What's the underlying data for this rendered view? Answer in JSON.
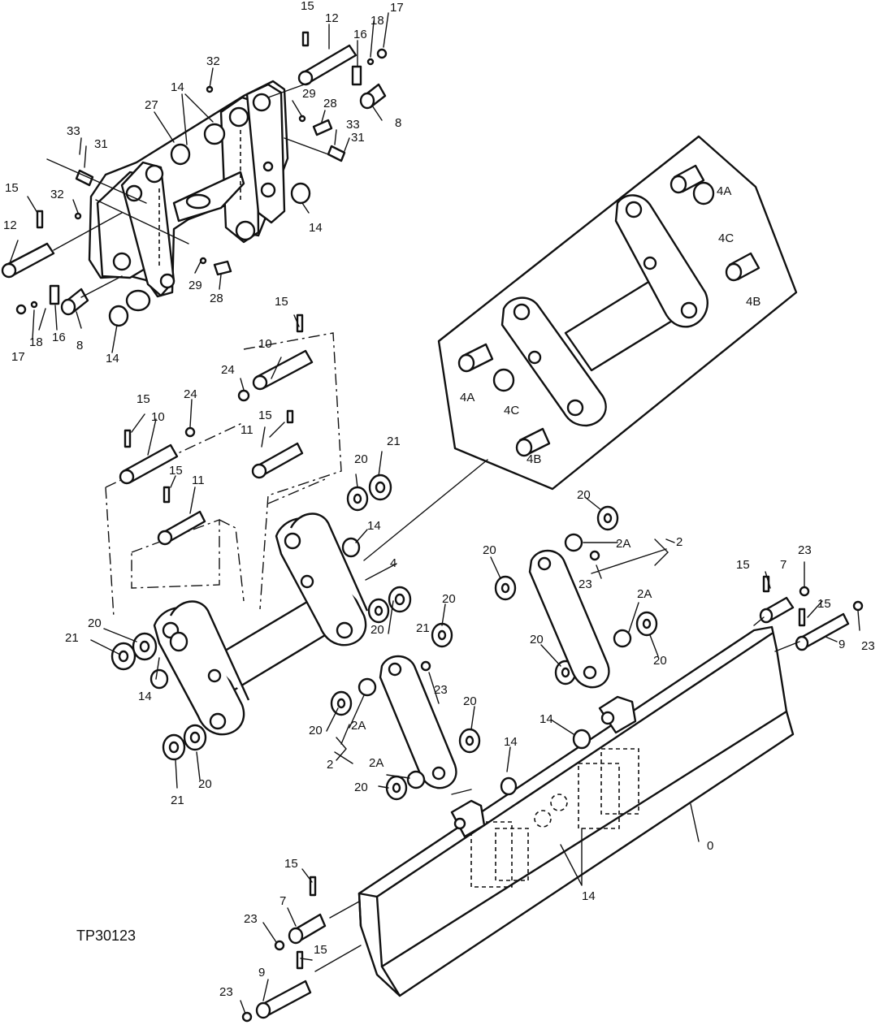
{
  "drawing": {
    "code": "TP30123",
    "callouts": [
      {
        "id": "c-15-a",
        "text": "15"
      },
      {
        "id": "c-12-a",
        "text": "12"
      },
      {
        "id": "c-16-a",
        "text": "16"
      },
      {
        "id": "c-18-a",
        "text": "18"
      },
      {
        "id": "c-17-a",
        "text": "17"
      },
      {
        "id": "c-32-a",
        "text": "32"
      },
      {
        "id": "c-14-a",
        "text": "14"
      },
      {
        "id": "c-27",
        "text": "27"
      },
      {
        "id": "c-29-a",
        "text": "29"
      },
      {
        "id": "c-28-a",
        "text": "28"
      },
      {
        "id": "c-33-a",
        "text": "33"
      },
      {
        "id": "c-31-a",
        "text": "31"
      },
      {
        "id": "c-8-a",
        "text": "8"
      },
      {
        "id": "c-33-b",
        "text": "33"
      },
      {
        "id": "c-31-b",
        "text": "31"
      },
      {
        "id": "c-32-b",
        "text": "32"
      },
      {
        "id": "c-15-b",
        "text": "15"
      },
      {
        "id": "c-12-b",
        "text": "12"
      },
      {
        "id": "c-14-b",
        "text": "14"
      },
      {
        "id": "c-29-b",
        "text": "29"
      },
      {
        "id": "c-28-b",
        "text": "28"
      },
      {
        "id": "c-17-b",
        "text": "17"
      },
      {
        "id": "c-18-b",
        "text": "18"
      },
      {
        "id": "c-16-b",
        "text": "16"
      },
      {
        "id": "c-8-b",
        "text": "8"
      },
      {
        "id": "c-14-c",
        "text": "14"
      },
      {
        "id": "c-4A-a",
        "text": "4A"
      },
      {
        "id": "c-4C-a",
        "text": "4C"
      },
      {
        "id": "c-4B-a",
        "text": "4B"
      },
      {
        "id": "c-4A-b",
        "text": "4A"
      },
      {
        "id": "c-4C-b",
        "text": "4C"
      },
      {
        "id": "c-4B-b",
        "text": "4B"
      },
      {
        "id": "c-15-c",
        "text": "15"
      },
      {
        "id": "c-10-a",
        "text": "10"
      },
      {
        "id": "c-24-a",
        "text": "24"
      },
      {
        "id": "c-15-d",
        "text": "15"
      },
      {
        "id": "c-10-b",
        "text": "10"
      },
      {
        "id": "c-24-b",
        "text": "24"
      },
      {
        "id": "c-15-e",
        "text": "15"
      },
      {
        "id": "c-11-a",
        "text": "11"
      },
      {
        "id": "c-15-f",
        "text": "15"
      },
      {
        "id": "c-11-b",
        "text": "11"
      },
      {
        "id": "c-20-a",
        "text": "20"
      },
      {
        "id": "c-21-a",
        "text": "21"
      },
      {
        "id": "c-14-d",
        "text": "14"
      },
      {
        "id": "c-4",
        "text": "4"
      },
      {
        "id": "c-20-b",
        "text": "20"
      },
      {
        "id": "c-2A-a",
        "text": "2A"
      },
      {
        "id": "c-2-a",
        "text": "2"
      },
      {
        "id": "c-20-c",
        "text": "20"
      },
      {
        "id": "c-23-a",
        "text": "23"
      },
      {
        "id": "c-2A-b",
        "text": "2A"
      },
      {
        "id": "c-15-g",
        "text": "15"
      },
      {
        "id": "c-7-a",
        "text": "7"
      },
      {
        "id": "c-23-b",
        "text": "23"
      },
      {
        "id": "c-15-h",
        "text": "15"
      },
      {
        "id": "c-23-c",
        "text": "23"
      },
      {
        "id": "c-9-a",
        "text": "9"
      },
      {
        "id": "c-20-d",
        "text": "20"
      },
      {
        "id": "c-20-e",
        "text": "20"
      },
      {
        "id": "c-20-f",
        "text": "20"
      },
      {
        "id": "c-21-b",
        "text": "21"
      },
      {
        "id": "c-20-g",
        "text": "20"
      },
      {
        "id": "c-21-c",
        "text": "21"
      },
      {
        "id": "c-20-h",
        "text": "20"
      },
      {
        "id": "c-23-d",
        "text": "23"
      },
      {
        "id": "c-14-e",
        "text": "14"
      },
      {
        "id": "c-20-i",
        "text": "20"
      },
      {
        "id": "c-2A-c",
        "text": "2A"
      },
      {
        "id": "c-20-j",
        "text": "20"
      },
      {
        "id": "c-2-b",
        "text": "2"
      },
      {
        "id": "c-2A-d",
        "text": "2A"
      },
      {
        "id": "c-20-k",
        "text": "20"
      },
      {
        "id": "c-14-f",
        "text": "14"
      },
      {
        "id": "c-14-g",
        "text": "14"
      },
      {
        "id": "c-21-d",
        "text": "21"
      },
      {
        "id": "c-20-l",
        "text": "20"
      },
      {
        "id": "c-0",
        "text": "0"
      },
      {
        "id": "c-14-h",
        "text": "14"
      },
      {
        "id": "c-15-i",
        "text": "15"
      },
      {
        "id": "c-23-e",
        "text": "23"
      },
      {
        "id": "c-7-b",
        "text": "7"
      },
      {
        "id": "c-15-j",
        "text": "15"
      },
      {
        "id": "c-9-b",
        "text": "9"
      },
      {
        "id": "c-23-f",
        "text": "23"
      }
    ]
  }
}
